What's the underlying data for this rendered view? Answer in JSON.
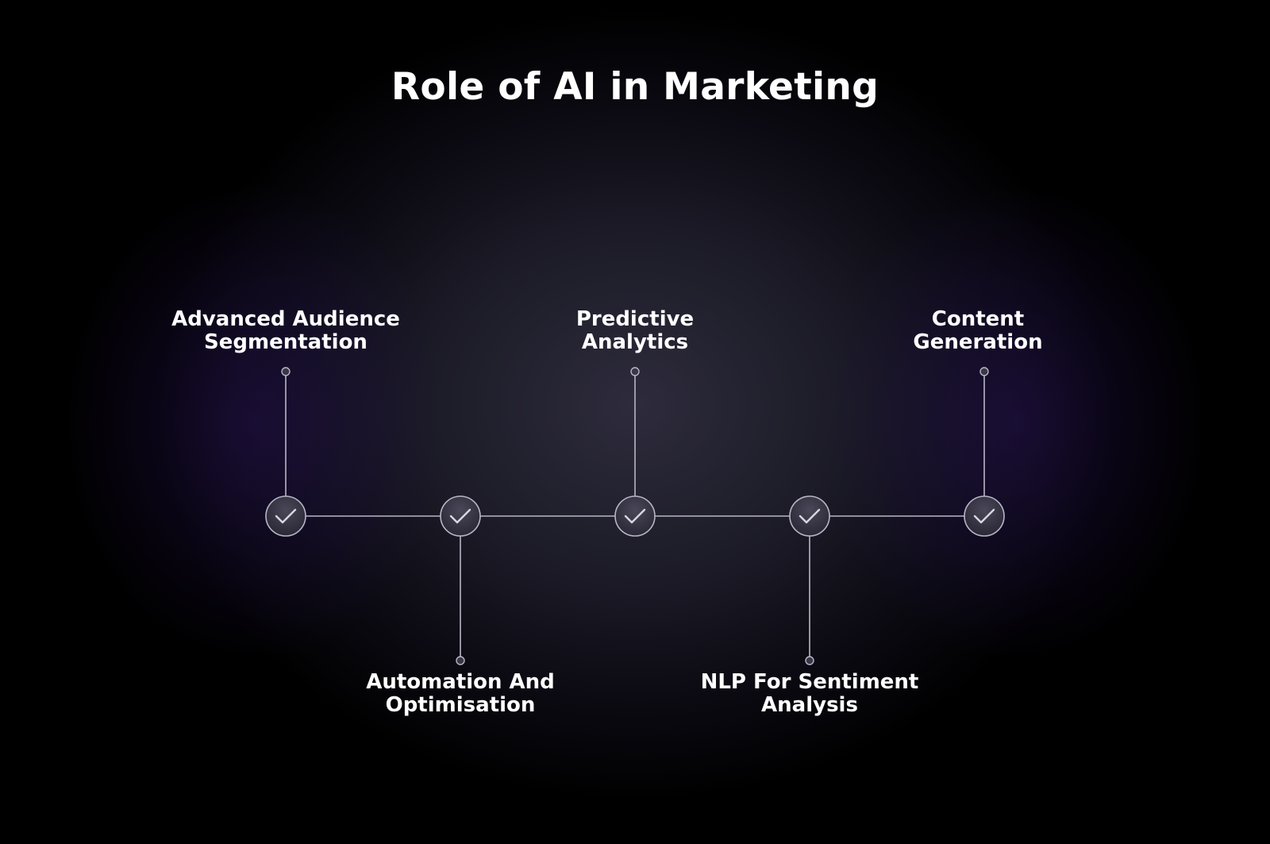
{
  "title": "Role of AI in Marketing",
  "nodes": [
    {
      "lines": [
        "Advanced Audience",
        "Segmentation"
      ],
      "position": "top",
      "status_icon": "check-icon"
    },
    {
      "lines": [
        "Automation And",
        "Optimisation"
      ],
      "position": "bottom",
      "status_icon": "check-icon"
    },
    {
      "lines": [
        "Predictive",
        "Analytics"
      ],
      "position": "top",
      "status_icon": "check-icon"
    },
    {
      "lines": [
        "NLP For Sentiment",
        "Analysis"
      ],
      "position": "bottom",
      "status_icon": "check-icon"
    },
    {
      "lines": [
        "Content",
        "Generation"
      ],
      "position": "top",
      "status_icon": "check-icon"
    }
  ],
  "colors": {
    "background": "#000000",
    "glow": "#2e2c3c",
    "accent_glow": "#261252",
    "line": "#b9b6c6",
    "node_fill": "#3a3848",
    "text": "#ffffff"
  }
}
